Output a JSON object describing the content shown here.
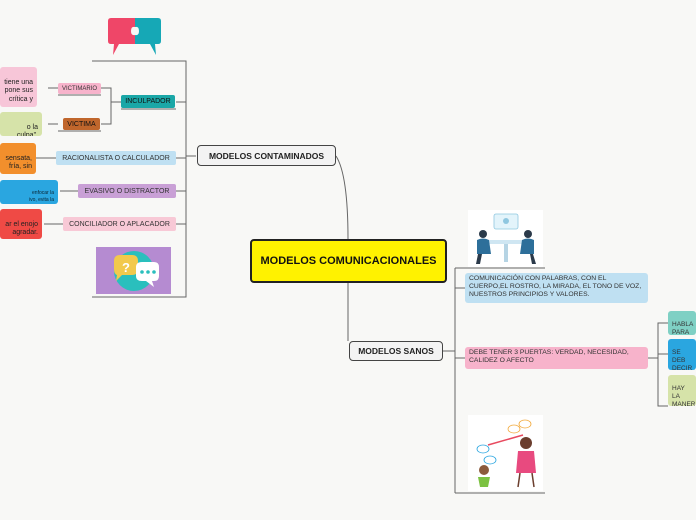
{
  "colors": {
    "root": "#fff200",
    "incul": "#1aa7a7",
    "victimario": "#f7b3cb",
    "victima": "#c0662c",
    "racio": "#bfe0f2",
    "evasivo": "#c9a0d6",
    "conciliador": "#f8c9d6",
    "green_light": "#d6e3a9",
    "pink_light": "#f7c6d8",
    "orange": "#f28f2c",
    "blue": "#2aa6e0",
    "red": "#ef4a45",
    "teal_light": "#7fd0c4"
  },
  "root": {
    "title": "MODELOS COMUNICACIONALES"
  },
  "contaminados": {
    "label": "MODELOS CONTAMINADOS",
    "inculpador": "INCULPADOR",
    "victimario": "VICTIMARIO",
    "victima": "VICTIMA",
    "racionalista": "RACIONALISTA O CALCULADOR",
    "evasivo": "EVASIVO O DISTRACTOR",
    "conciliador": "CONCILIADOR O APLACADOR",
    "leaf_victimario": "tiene una\npone sus\ncrítica y",
    "leaf_victima": "o la culpa\",",
    "leaf_racio": "sensata,\nfría, sin",
    "leaf_evasivo": "enfocar la\nivo, evita la",
    "leaf_concil": "ar el enojo\nagradar."
  },
  "sanos": {
    "label": "MODELOS SANOS",
    "note1": "COMUNICACIÓN CON PALABRAS, CON EL CUERPO,EL ROSTRO, LA MIRADA, EL TONO DE VOZ, NUESTROS PRINCIPIOS Y VALORES.",
    "note2": "DEBE TENER 3 PUERTAS: VERDAD, NECESIDAD, CALIDEZ O AFECTO",
    "door1": "HABLA\nPARA C",
    "door2": "SE DEB\nDECIR\nPRUDE",
    "door3": "HAY LA\nMANER\nRESPET"
  },
  "icons": {
    "puzzle": "puzzle-speech-icon",
    "chat": "chat-bubbles-icon",
    "meeting": "meeting-illustration",
    "argue": "argument-illustration"
  }
}
